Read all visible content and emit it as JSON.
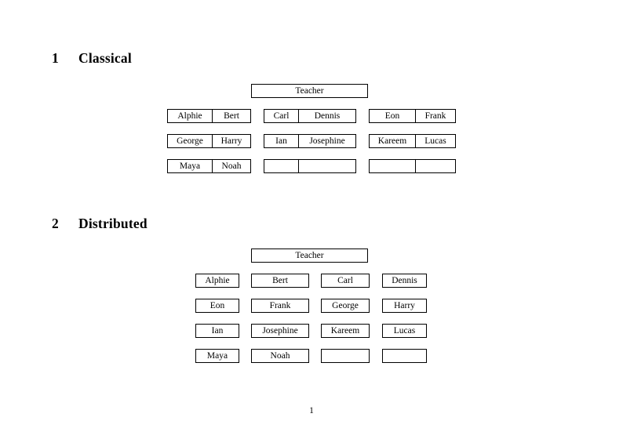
{
  "document": {
    "page_number": "1"
  },
  "sections": [
    {
      "number": "1",
      "title": "Classical",
      "root_label": "Teacher",
      "groups": [
        {
          "rows": [
            {
              "left": "Alphie",
              "right": "Bert"
            },
            {
              "left": "George",
              "right": "Harry"
            },
            {
              "left": "Maya",
              "right": "Noah"
            }
          ]
        },
        {
          "rows": [
            {
              "left": "Carl",
              "right": "Dennis"
            },
            {
              "left": "Ian",
              "right": "Josephine"
            },
            {
              "left": "",
              "right": ""
            }
          ]
        },
        {
          "rows": [
            {
              "left": "Eon",
              "right": "Frank"
            },
            {
              "left": "Kareem",
              "right": "Lucas"
            },
            {
              "left": "",
              "right": ""
            }
          ]
        }
      ]
    },
    {
      "number": "2",
      "title": "Distributed",
      "root_label": "Teacher",
      "grid": [
        [
          "Alphie",
          "Bert",
          "Carl",
          "Dennis"
        ],
        [
          "Eon",
          "Frank",
          "George",
          "Harry"
        ],
        [
          "Ian",
          "Josephine",
          "Kareem",
          "Lucas"
        ],
        [
          "Maya",
          "Noah",
          "",
          ""
        ]
      ]
    }
  ]
}
